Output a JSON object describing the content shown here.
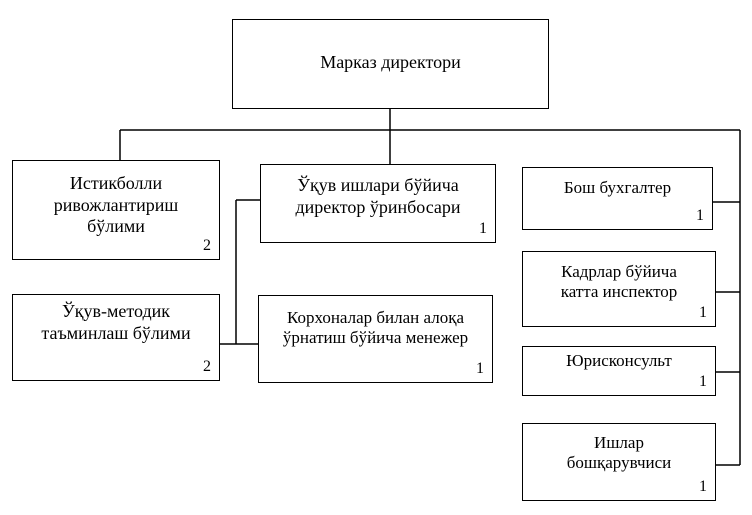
{
  "diagram": {
    "root": {
      "title": "Марказ директори"
    },
    "units": [
      {
        "id": "perspective",
        "title": "Истикболли ривожлантириш бўлими",
        "count": "2"
      },
      {
        "id": "deputy",
        "title": "Ўқув ишлари бўйича директор ўринбосари",
        "count": "1"
      },
      {
        "id": "methodic",
        "title": "Ўқув-методик таъминлаш бўлими",
        "count": "2"
      },
      {
        "id": "enterprise",
        "title": "Корхоналар билан алоқа ўрнатиш бўйича менежер",
        "count": "1"
      },
      {
        "id": "accountant",
        "title": "Бош бухгалтер",
        "count": "1"
      },
      {
        "id": "hr",
        "title": "Кадрлар бўйича катта инспектор",
        "count": "1"
      },
      {
        "id": "lawyer",
        "title": "Юрисконсульт",
        "count": "1"
      },
      {
        "id": "clerk",
        "title": "Ишлар бошқарувчиси",
        "count": "1"
      }
    ]
  }
}
